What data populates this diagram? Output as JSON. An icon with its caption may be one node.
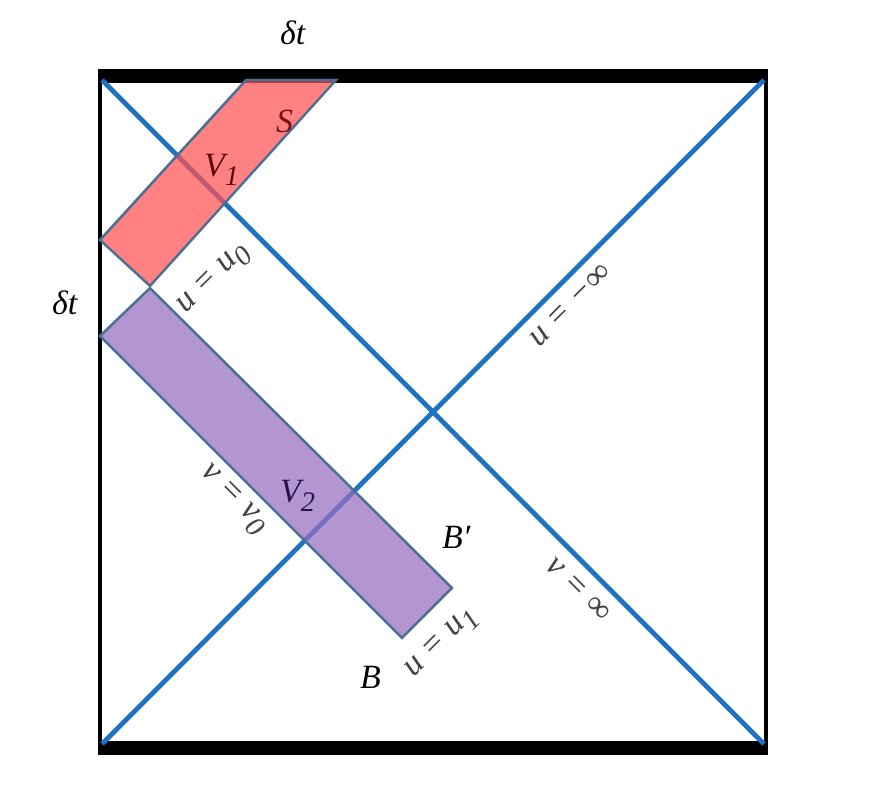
{
  "diagram": {
    "nodes": [
      {
        "text": [
          "S",
          "V$_{1}$"
        ]
      },
      {
        "text": [
          "V$_{2}$"
        ]
      }
    ],
    "labels": [
      "δt",
      "δt",
      "u = u$_{0}$",
      "u = −∞",
      "v = v$_{0}$",
      "B′",
      "B",
      "u = u$_{1}$",
      "v = ∞"
    ]
  }
}
